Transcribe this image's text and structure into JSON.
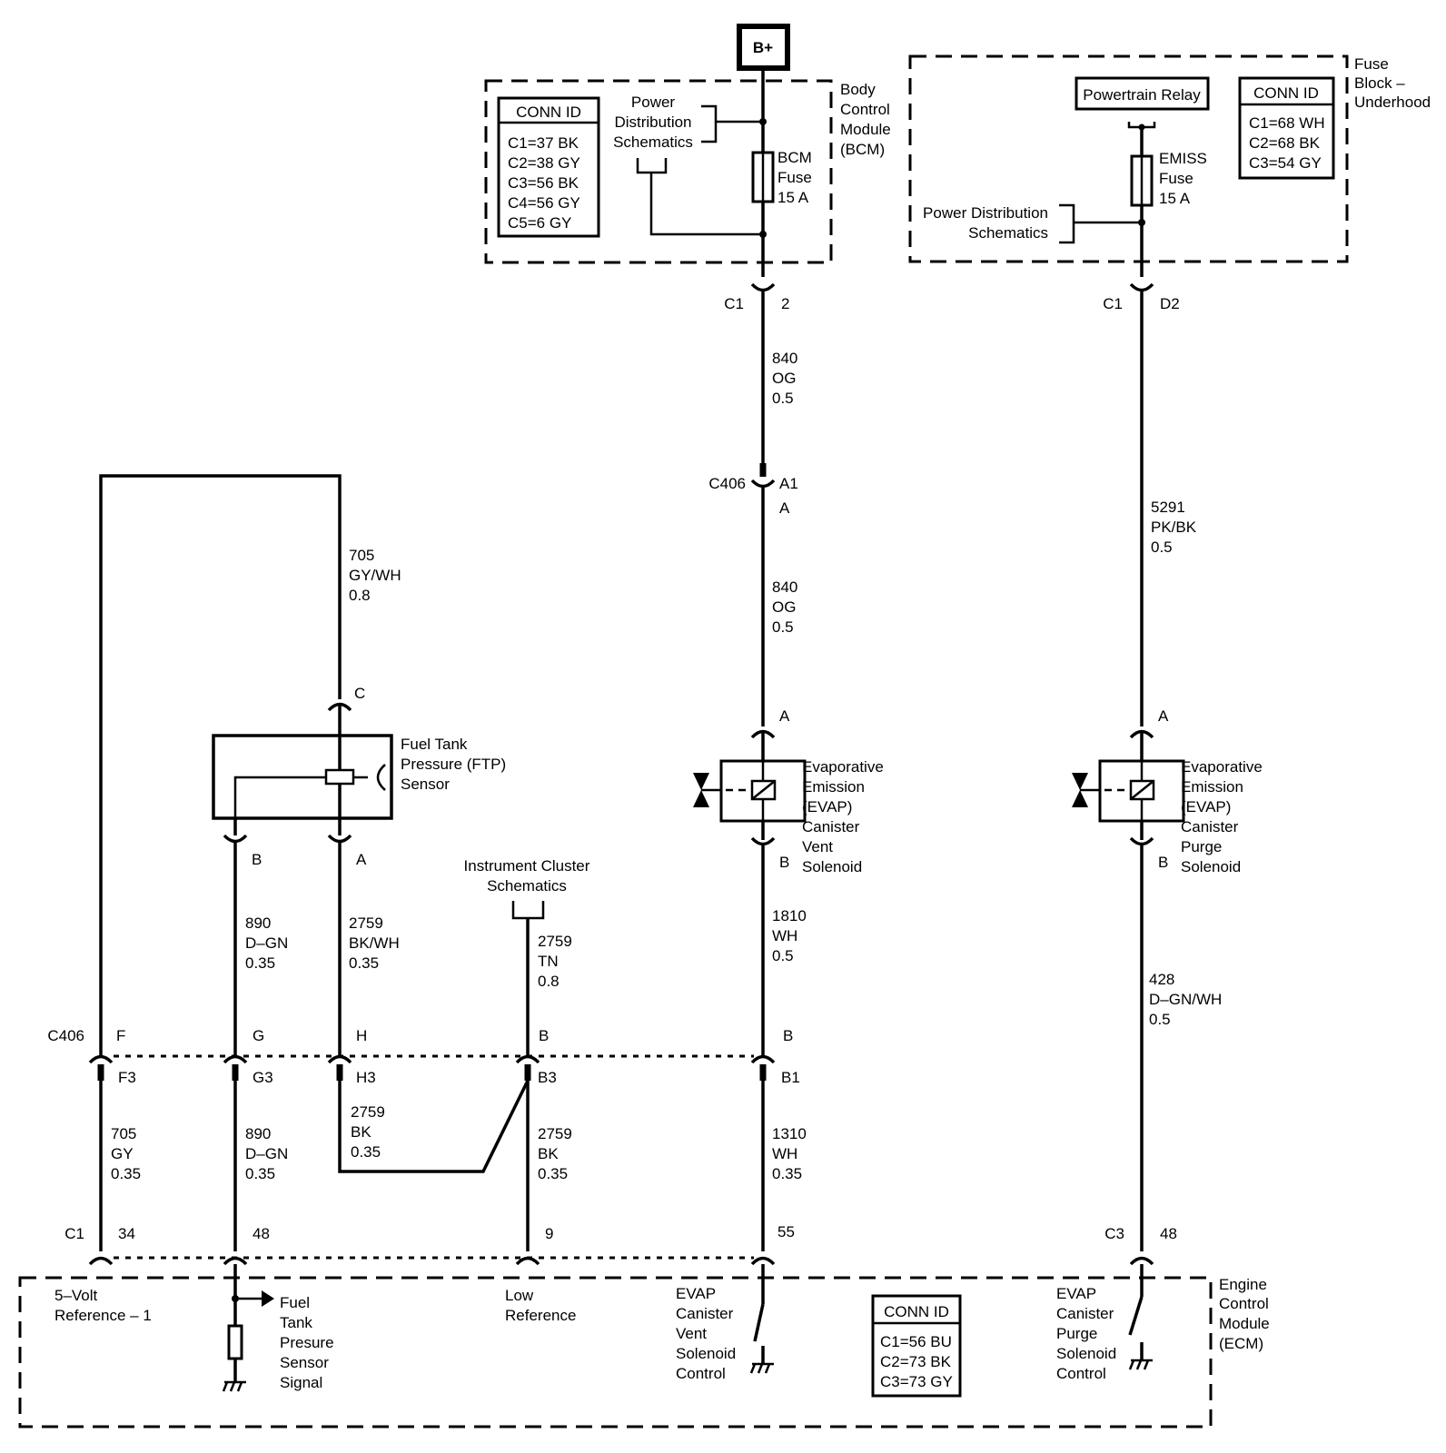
{
  "bplus": "B+",
  "bcm": {
    "label": [
      "Body",
      "Control",
      "Module",
      "(BCM)"
    ],
    "conn_title": "CONN ID",
    "conn": [
      "C1=37 BK",
      "C2=38 GY",
      "C3=56 BK",
      "C4=56 GY",
      "C5=6 GY"
    ],
    "pds": [
      "Power",
      "Distribution",
      "Schematics"
    ],
    "fuse": [
      "BCM",
      "Fuse",
      "15 A"
    ]
  },
  "fuse_block": {
    "label": [
      "Fuse",
      "Block –",
      "Underhood"
    ],
    "relay": "Powertrain Relay",
    "conn_title": "CONN ID",
    "conn": [
      "C1=68 WH",
      "C2=68 BK",
      "C3=54 GY"
    ],
    "pds": [
      "Power Distribution",
      "Schematics"
    ],
    "fuse": [
      "EMISS",
      "Fuse",
      "15 A"
    ]
  },
  "pins": {
    "bcm_c1": "C1",
    "bcm_2": "2",
    "fb_c1": "C1",
    "fb_d2": "D2",
    "c406_top": "C406",
    "a1": "A1",
    "a_vent_top": "A",
    "c": "C",
    "b_ftp": "B",
    "a_ftp": "A",
    "a_vent": "A",
    "b_vent": "B",
    "a_purge_top": "A",
    "b_purge": "B",
    "c406_mid": "C406",
    "f": "F",
    "g": "G",
    "h": "H",
    "b_ic": "B",
    "b_vent_c": "B",
    "f3": "F3",
    "g3": "G3",
    "h3": "H3",
    "b3": "B3",
    "b1": "B1",
    "ecm_c1": "C1",
    "p34": "34",
    "p48": "48",
    "p9": "9",
    "p55": "55",
    "ecm_c3": "C3",
    "p48b": "48"
  },
  "wires": {
    "w840_top": [
      "840",
      "OG",
      "0.5"
    ],
    "w840_mid": [
      "840",
      "OG",
      "0.5"
    ],
    "w5291": [
      "5291",
      "PK/BK",
      "0.5"
    ],
    "w705_top": [
      "705",
      "GY/WH",
      "0.8"
    ],
    "w890_top": [
      "890",
      "D–GN",
      "0.35"
    ],
    "w2759_bkwh": [
      "2759",
      "BK/WH",
      "0.35"
    ],
    "w2759_tn": [
      "2759",
      "TN",
      "0.8"
    ],
    "w1810": [
      "1810",
      "WH",
      "0.5"
    ],
    "w428": [
      "428",
      "D–GN/WH",
      "0.5"
    ],
    "w2759_bk_h": [
      "2759",
      "BK",
      "0.35"
    ],
    "w705_bot": [
      "705",
      "GY",
      "0.35"
    ],
    "w890_bot": [
      "890",
      "D–GN",
      "0.35"
    ],
    "w2759_bk": [
      "2759",
      "BK",
      "0.35"
    ],
    "w1310": [
      "1310",
      "WH",
      "0.35"
    ]
  },
  "components": {
    "ftp": [
      "Fuel Tank",
      "Pressure (FTP)",
      "Sensor"
    ],
    "ic": [
      "Instrument Cluster",
      "Schematics"
    ],
    "vent": [
      "Evaporative",
      "Emission",
      "(EVAP)",
      "Canister",
      "Vent",
      "Solenoid"
    ],
    "purge": [
      "Evaporative",
      "Emission",
      "(EVAP)",
      "Canister",
      "Purge",
      "Solenoid"
    ]
  },
  "ecm": {
    "label": [
      "Engine",
      "Control",
      "Module",
      "(ECM)"
    ],
    "ref5v": [
      "5–Volt",
      "Reference – 1"
    ],
    "fuel_sig": [
      "Fuel",
      "Tank",
      "Presure",
      "Sensor",
      "Signal"
    ],
    "low_ref": [
      "Low",
      "Reference"
    ],
    "vent_ctrl": [
      "EVAP",
      "Canister",
      "Vent",
      "Solenoid",
      "Control"
    ],
    "purge_ctrl": [
      "EVAP",
      "Canister",
      "Purge",
      "Solenoid",
      "Control"
    ],
    "conn_title": "CONN ID",
    "conn": [
      "C1=56 BU",
      "C2=73 BK",
      "C3=73 GY"
    ]
  }
}
